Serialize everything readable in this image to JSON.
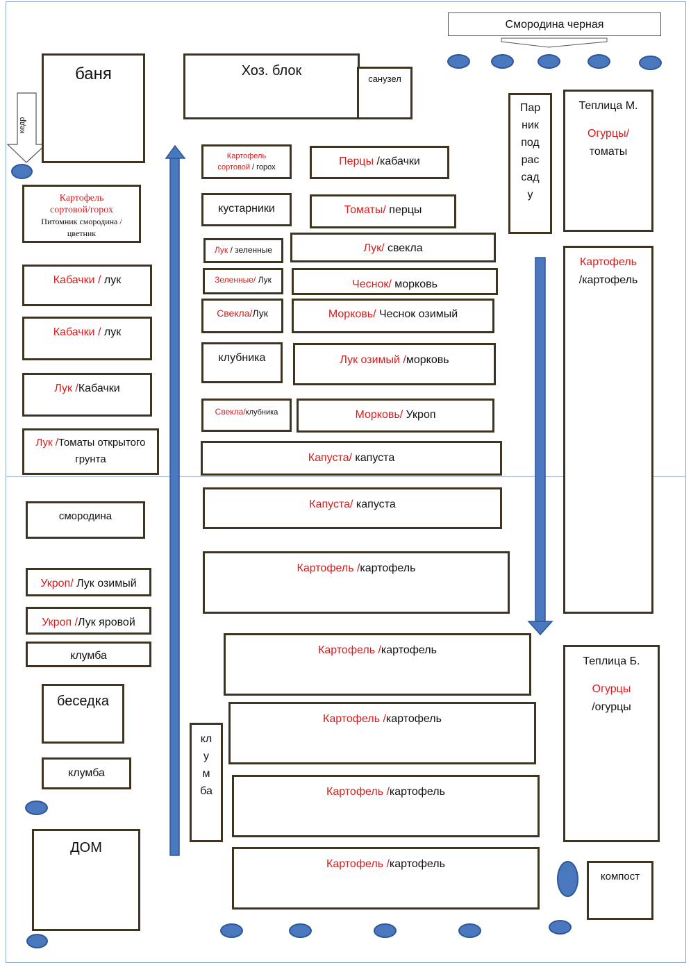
{
  "beds": {
    "smorodina_black": "Смородина черная",
    "banya": "баня",
    "khoz": "Хоз. блок",
    "sanuzel": "санузел",
    "kedr": "кедр",
    "parnik": [
      "Пар",
      "ник",
      "под",
      "рас",
      "сад",
      "у"
    ],
    "teplica_m": {
      "title": "Теплица М.",
      "red": "Огурцы/",
      "black": "томаты"
    },
    "kart_gorokh": {
      "red1": "Картофель",
      "red2": "сортовой/горох",
      "black1": "Питомник смородина /",
      "black2": "цветник"
    },
    "kart_gorokh_center": {
      "red1": "Картофель",
      "red2": "сортовой",
      "black2": " / горох"
    },
    "pertsy_kabachki": {
      "red": "Перцы",
      "black": " /кабачки"
    },
    "kustarniki": "кустарники",
    "tomaty_pertsy": {
      "red": "Томаты/",
      "black": " перцы"
    },
    "luk_zelennye": {
      "red": "Лук",
      "black": " / зеленные"
    },
    "luk_svekla": {
      "red": "Лук/",
      "black": " свекла"
    },
    "zelennye_luk": {
      "red": "Зеленные/",
      "black": " Лук"
    },
    "chesnok_morkov": {
      "red": "Чеснок/",
      "black": " морковь"
    },
    "svekla_luk": {
      "red": "Свекла/",
      "black": "Лук"
    },
    "morkov_chesnok": {
      "red": "Морковь/",
      "black": " Чеснок озимый"
    },
    "klubnika": "клубника",
    "luk_ozimyi_morkov": {
      "red": "Лук озимый /",
      "black": "морковь"
    },
    "svekla_klubnika": {
      "red": "Свекла/",
      "black": "клубника"
    },
    "morkov_ukrop": {
      "red": "Морковь/",
      "black": " Укроп"
    },
    "kapusta1": {
      "red": "Капуста/",
      "black": " капуста"
    },
    "kapusta2": {
      "red": "Капуста/",
      "black": " капуста"
    },
    "kartofel_right": {
      "red": "Картофель",
      "black": "/картофель"
    },
    "kabachki_luk1": {
      "red": "Кабачки /",
      "black": " лук"
    },
    "kabachki_luk2": {
      "red": "Кабачки /",
      "black": " лук"
    },
    "luk_kabachki": {
      "red": "Лук /",
      "black": "Кабачки"
    },
    "luk_tomaty": {
      "red": "Лук /",
      "black1": "Томаты открытого",
      "black2": "грунта"
    },
    "smorodina": "смородина",
    "ukrop_luk_oz": {
      "red": "Укроп/",
      "black": " Лук озимый"
    },
    "ukrop_luk_yar": {
      "red": "Укроп /",
      "black": "Лук яровой"
    },
    "klumba1": "клумба",
    "besedka": "беседка",
    "klumba2": "клумба",
    "dom": "ДОМ",
    "klumba_vert": [
      "кл",
      "у",
      "м",
      "ба"
    ],
    "kart_kart": {
      "red": "Картофель /",
      "black": "картофель"
    },
    "teplica_b": {
      "title": "Теплица Б.",
      "red": "Огурцы",
      "black": "/огурцы"
    },
    "kompost": "компост"
  },
  "colors": {
    "bed_border": "#3d3522",
    "red_text": "#d61c1c",
    "arrow": "#4a78be",
    "tree": "#4a78be"
  }
}
